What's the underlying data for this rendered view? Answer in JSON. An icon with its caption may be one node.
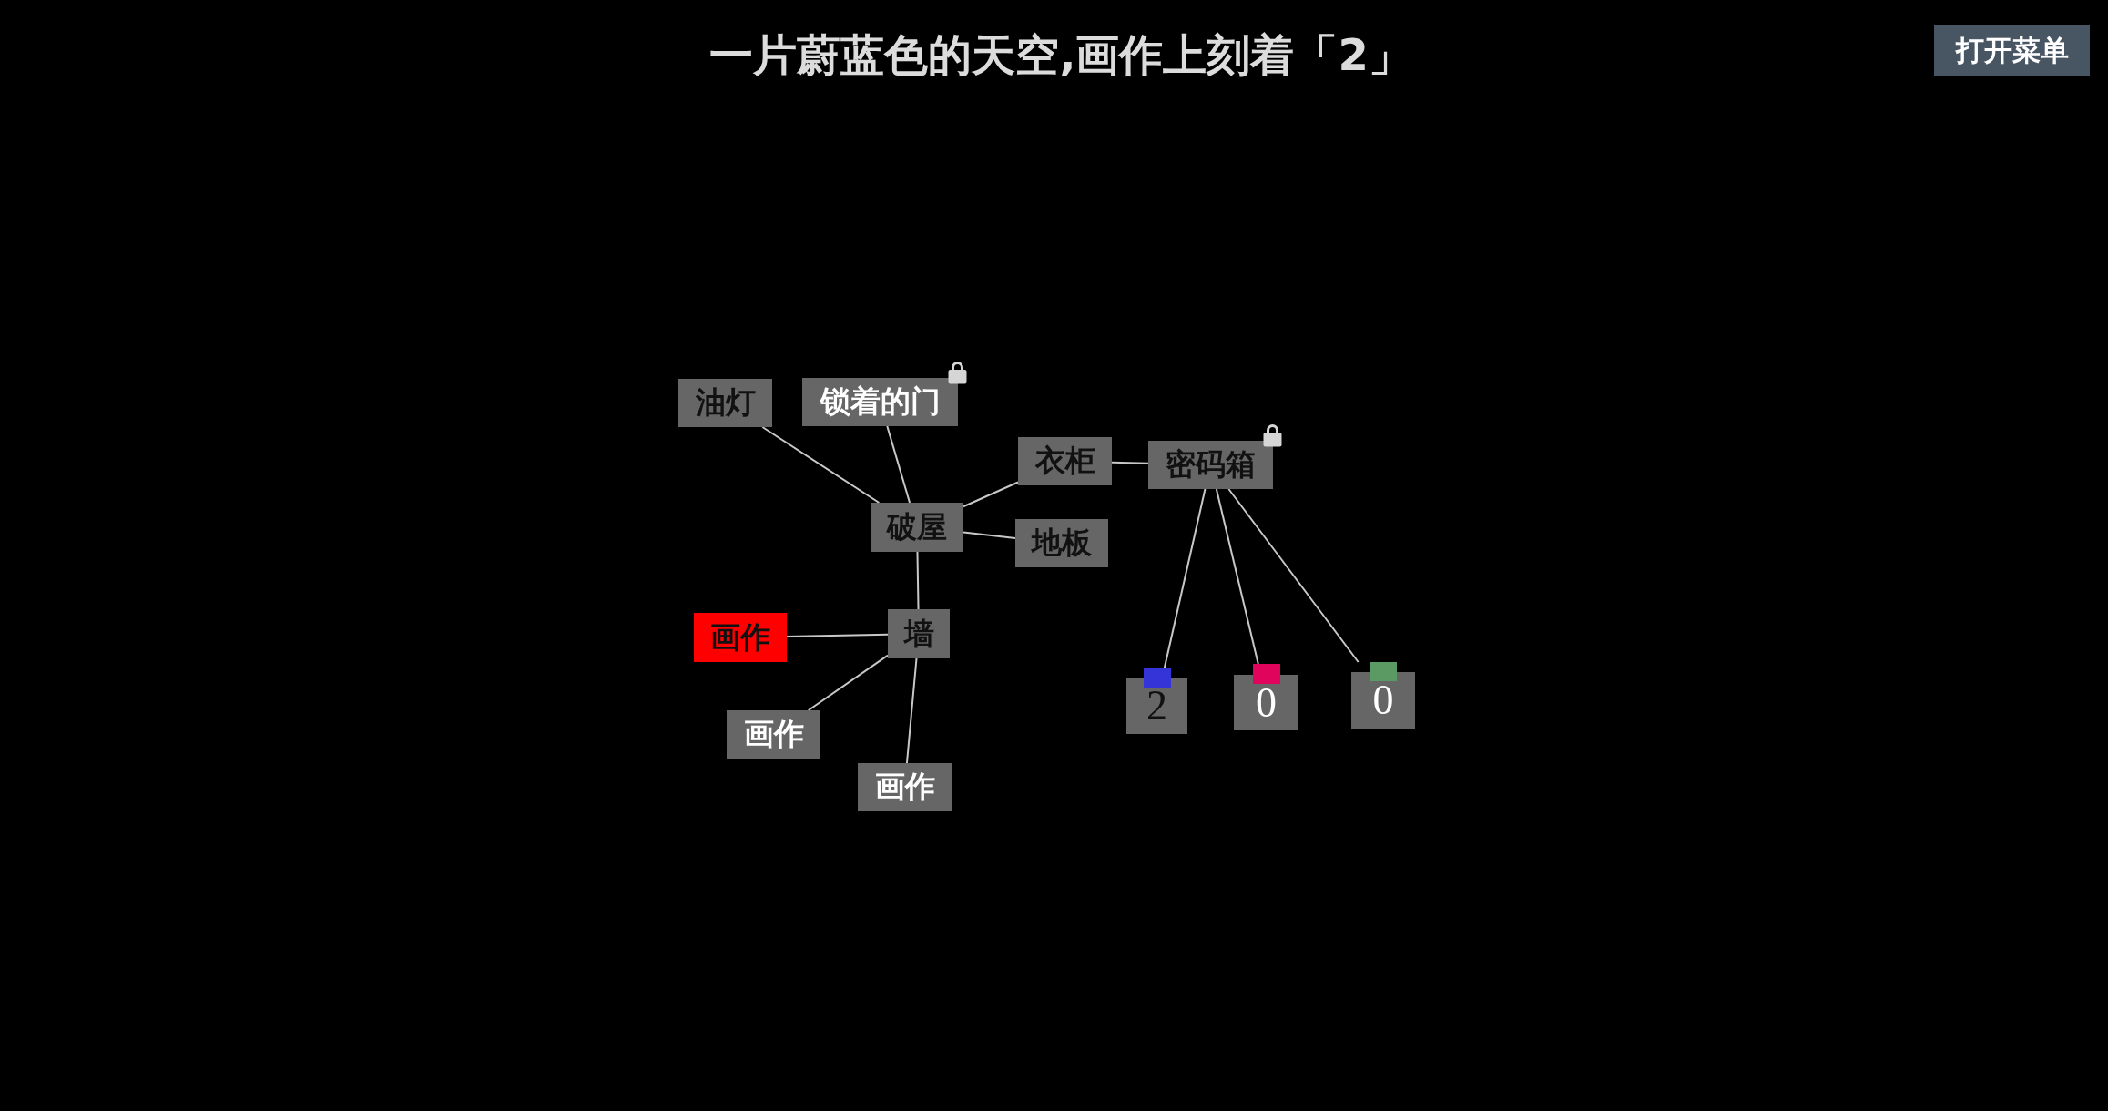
{
  "diagram": {
    "title": "一片蔚蓝色的天空,画作上刻着「2」",
    "nodes": [
      {
        "text": [
          "油灯"
        ]
      },
      {
        "text": [
          "锁着的门"
        ]
      },
      {
        "text": [
          "衣柜"
        ]
      },
      {
        "text": [
          "密码箱"
        ]
      },
      {
        "text": [
          "破屋"
        ]
      },
      {
        "text": [
          "地板"
        ]
      },
      {
        "text": [
          "墙"
        ]
      },
      {
        "text": [
          "画作"
        ]
      },
      {
        "text": [
          "画作"
        ]
      },
      {
        "text": [
          "画作"
        ]
      },
      {
        "text": [
          "2"
        ]
      },
      {
        "text": [
          "0"
        ]
      },
      {
        "text": [
          "0"
        ]
      }
    ],
    "edges": [
      {
        "from": 0,
        "to": 4,
        "arrow": "none"
      },
      {
        "from": 1,
        "to": 4,
        "arrow": "none"
      },
      {
        "from": 4,
        "to": 2,
        "arrow": "none"
      },
      {
        "from": 4,
        "to": 5,
        "arrow": "none"
      },
      {
        "from": 2,
        "to": 3,
        "arrow": "none"
      },
      {
        "from": 4,
        "to": 6,
        "arrow": "none"
      },
      {
        "from": 6,
        "to": 7,
        "arrow": "none"
      },
      {
        "from": 6,
        "to": 8,
        "arrow": "none"
      },
      {
        "from": 6,
        "to": 9,
        "arrow": "none"
      },
      {
        "from": 3,
        "to": 10,
        "arrow": "none"
      },
      {
        "from": 3,
        "to": 11,
        "arrow": "none"
      },
      {
        "from": 3,
        "to": 12,
        "arrow": "none"
      }
    ],
    "labels": [
      "打开菜单"
    ]
  }
}
